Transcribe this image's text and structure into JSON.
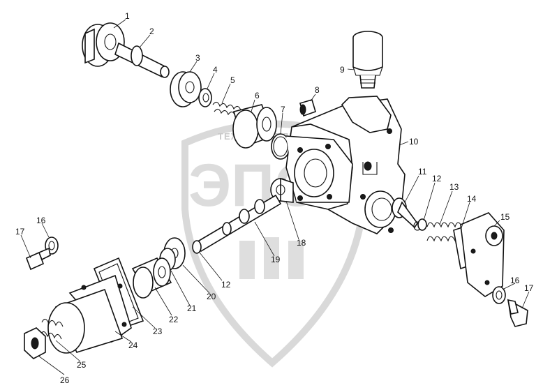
{
  "watermark": {
    "top_text": "ТЕХНОКОМПЛЕКС",
    "center_text": "ЭПС"
  },
  "callouts": [
    {
      "id": "c1",
      "label": "1"
    },
    {
      "id": "c2",
      "label": "2"
    },
    {
      "id": "c3",
      "label": "3"
    },
    {
      "id": "c4",
      "label": "4"
    },
    {
      "id": "c5",
      "label": "5"
    },
    {
      "id": "c6",
      "label": "6"
    },
    {
      "id": "c7",
      "label": "7"
    },
    {
      "id": "c8",
      "label": "8"
    },
    {
      "id": "c9",
      "label": "9"
    },
    {
      "id": "c10",
      "label": "10"
    },
    {
      "id": "c11",
      "label": "11"
    },
    {
      "id": "c12a",
      "label": "12"
    },
    {
      "id": "c13",
      "label": "13"
    },
    {
      "id": "c14",
      "label": "14"
    },
    {
      "id": "c15",
      "label": "15"
    },
    {
      "id": "c16a",
      "label": "16"
    },
    {
      "id": "c17a",
      "label": "17"
    },
    {
      "id": "c16b",
      "label": "16"
    },
    {
      "id": "c17b",
      "label": "17"
    },
    {
      "id": "c18",
      "label": "18"
    },
    {
      "id": "c19",
      "label": "19"
    },
    {
      "id": "c12b",
      "label": "12"
    },
    {
      "id": "c20",
      "label": "20"
    },
    {
      "id": "c21",
      "label": "21"
    },
    {
      "id": "c22",
      "label": "22"
    },
    {
      "id": "c23",
      "label": "23"
    },
    {
      "id": "c24",
      "label": "24"
    },
    {
      "id": "c25",
      "label": "25"
    },
    {
      "id": "c26",
      "label": "26"
    }
  ]
}
